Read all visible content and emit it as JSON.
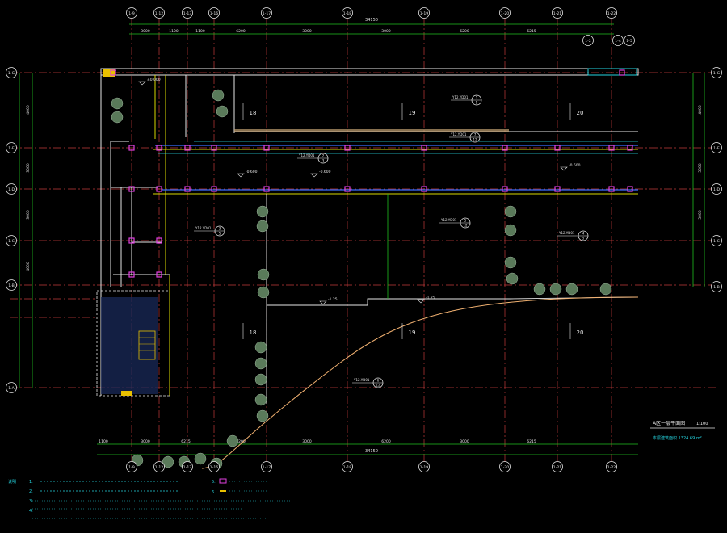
{
  "axes_top": [
    "1-9",
    "1-12",
    "1-13",
    "1-16",
    "1-17",
    "1-18",
    "1-19",
    "1-20",
    "1-21",
    "1-22"
  ],
  "axes_bottom": [
    "1-9",
    "1-12",
    "1-13",
    "1-16",
    "1-17",
    "1-18",
    "1-19",
    "1-20",
    "1-21",
    "1-22"
  ],
  "axes_extra_top": [
    "1-2",
    "1-4",
    "1-5"
  ],
  "axes_left": [
    "1-G",
    "1-E",
    "1-D",
    "1-C",
    "1-B",
    "1-A"
  ],
  "axes_right": [
    "1-G",
    "1-E",
    "1-D",
    "1-C",
    "1-B"
  ],
  "dims_top": [
    "3000",
    "1100",
    "1100",
    "6200",
    "3000",
    "3000",
    "6200",
    "6215"
  ],
  "total_top": "34150",
  "dims_bottom": [
    "1100",
    "3000",
    "6215",
    "6200",
    "3000",
    "6200",
    "3000",
    "6215"
  ],
  "total_bottom": "34150",
  "dims_left": [
    "4000",
    "3000",
    "3000",
    "4000"
  ],
  "dims_right": [
    "4000",
    "3000",
    "3000"
  ],
  "zones": [
    "18",
    "19",
    "20",
    "18",
    "19",
    "20"
  ],
  "levels": [
    "±0.000",
    "-0.600",
    "-0.600",
    "-0.600",
    "-1.25",
    "-1.25"
  ],
  "details": [
    {
      "ref": "Y12.YD01",
      "num": "1",
      "sub": "5"
    },
    {
      "ref": "Y12.YD01",
      "num": "2",
      "sub": "3"
    },
    {
      "ref": "Y12.YD01",
      "num": "3",
      "sub": "5"
    },
    {
      "ref": "Y12.YD01",
      "num": "4",
      "sub": "5"
    },
    {
      "ref": "Y12.YD01",
      "num": "5",
      "sub": "12"
    },
    {
      "ref": "Y12.YD01",
      "num": "6",
      "sub": "12"
    },
    {
      "ref": "Y12.YD01",
      "num": "7",
      "sub": "12"
    }
  ],
  "drawing_title": "A区一层平面图",
  "scale": "1:100",
  "area_note": "本层建筑面积 1324.69 m²",
  "notes_heading": "说明",
  "notes": [
    "1.",
    "2.",
    "3.",
    "4."
  ],
  "legend": [
    "5.",
    "6."
  ],
  "colors": {
    "background": "#000000",
    "grid": "#c23b3b",
    "dimension": "#20c020",
    "wall": "#e6e6e6",
    "accent_blue": "#3a6cff",
    "accent_cyan": "#25d5e0",
    "accent_magenta": "#e040e0",
    "outline_orange": "#f0b070"
  }
}
